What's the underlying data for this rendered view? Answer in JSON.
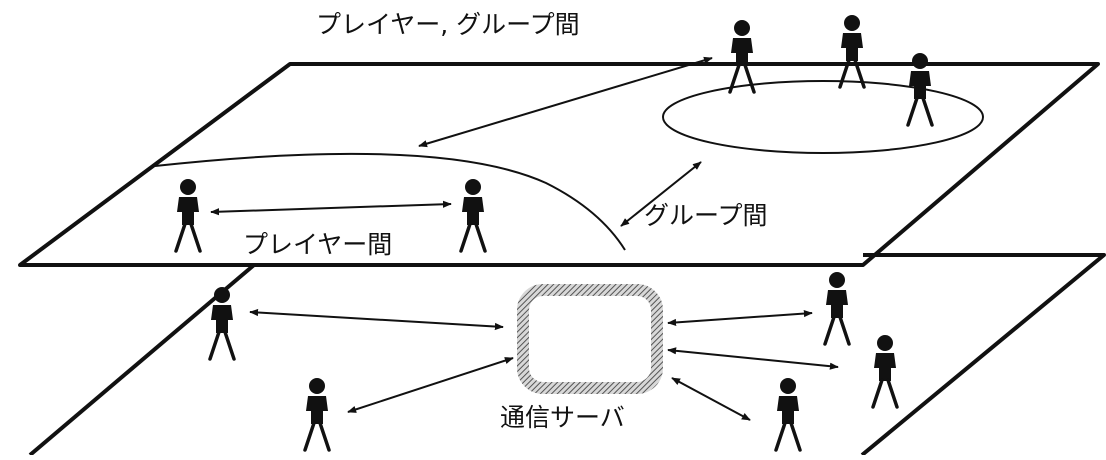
{
  "labels": {
    "player_group_between": "プレイヤー, グループ間",
    "player_between": "プレイヤー間",
    "group_between": "グループ間",
    "comm_server": "通信サーバ"
  },
  "colors": {
    "ink": "#111111",
    "background": "#ffffff",
    "server_border": "#666666"
  }
}
